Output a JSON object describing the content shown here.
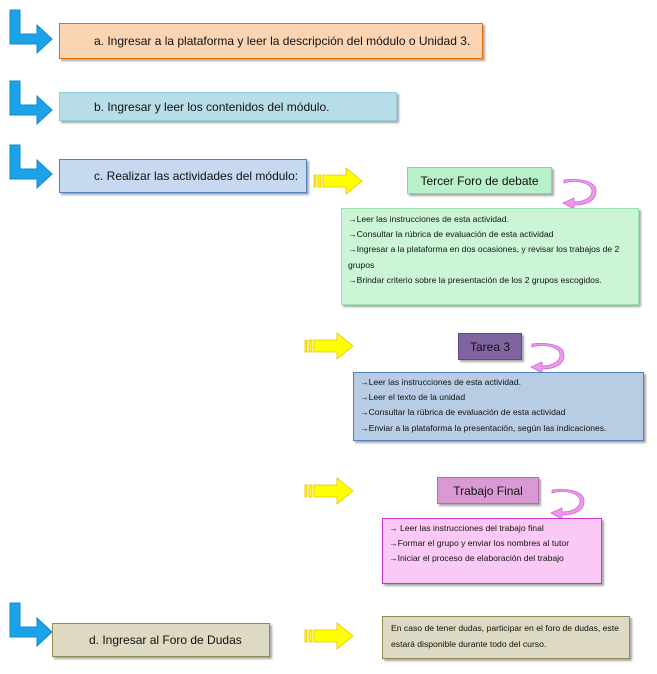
{
  "steps": {
    "a": "a.  Ingresar a la plataforma y leer la descripción del módulo o  Unidad 3.",
    "b": "b.  Ingresar y leer los contenidos del módulo.",
    "c": "c.  Realizar las actividades del módulo:",
    "d": "d.  Ingresar al Foro de Dudas"
  },
  "foro": {
    "title": "Tercer Foro de debate",
    "items": [
      "→Leer las instrucciones  de esta actividad.",
      "→Consultar  la rúbrica de evaluación  de esta actividad",
      "→Ingresar a la plataforma  en dos ocasiones,  y revisar los trabajos de 2 grupos",
      "→Brindar criterio sobre la presentación  de los 2 grupos escogidos."
    ]
  },
  "tarea": {
    "title": "Tarea 3",
    "items": [
      "→Leer las instrucciones  de esta actividad.",
      "→Leer el texto de la unidad",
      "→Consultar  la rúbrica de evaluación  de esta actividad",
      "→Enviar a la plataforma  la presentación,  según las indicaciones."
    ]
  },
  "final": {
    "title": "Trabajo Final",
    "items": [
      "→ Leer las instrucciones  del  trabajo final",
      "→Formar el grupo  y enviar los nombres   al tutor",
      "→Iniciar el proceso de elaboración  del trabajo"
    ]
  },
  "dudas": {
    "note": "En caso de tener dudas,  participar  en el foro de dudas, este estará disponible  durante todo del curso."
  },
  "colors": {
    "step_a": "#fbd4b4",
    "step_b": "#b6dde8",
    "step_c": "#c6d9f1",
    "step_d": "#ddd9c3",
    "foro_title": "#b7f0c9",
    "foro_box": "#ccf5d6",
    "tarea_title": "#8064a2",
    "tarea_box": "#b8cce4",
    "final_title": "#d99ad3",
    "final_box": "#fbc9f5",
    "dudas_box": "#ddd9c3",
    "bent_arrow": "#1aa3e8",
    "yellow_arrow": "#ffff00",
    "curved_arrow": "#ee99ee"
  }
}
